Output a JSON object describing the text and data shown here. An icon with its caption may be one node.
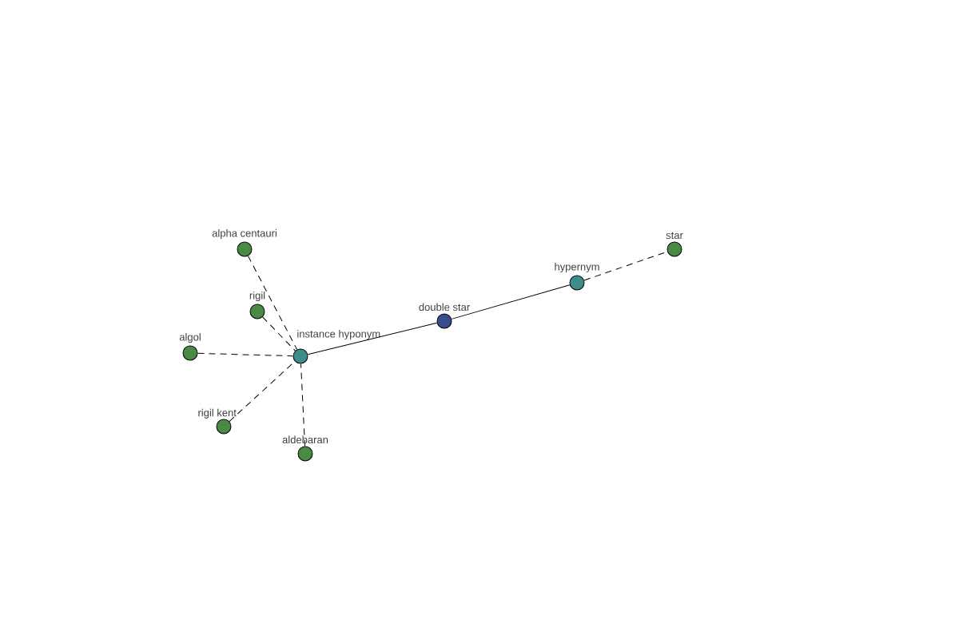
{
  "diagram": {
    "nodes": [
      {
        "text": [
          "double star"
        ]
      },
      {
        "text": [
          "instance hyponym"
        ]
      },
      {
        "text": [
          "hypernym"
        ]
      },
      {
        "text": [
          "star"
        ]
      },
      {
        "text": [
          "alpha centauri"
        ]
      },
      {
        "text": [
          "rigil"
        ]
      },
      {
        "text": [
          "algol"
        ]
      },
      {
        "text": [
          "rigil kent"
        ]
      },
      {
        "text": [
          "aldebaran"
        ]
      }
    ],
    "edges": [
      {
        "from": 1,
        "to": 0,
        "arrow": "none"
      },
      {
        "from": 0,
        "to": 2,
        "arrow": "none"
      },
      {
        "from": 2,
        "to": 3,
        "arrow": "none",
        "style": "dashed"
      },
      {
        "from": 4,
        "to": 1,
        "arrow": "none",
        "style": "dashed"
      },
      {
        "from": 5,
        "to": 1,
        "arrow": "none",
        "style": "dashed"
      },
      {
        "from": 6,
        "to": 1,
        "arrow": "none",
        "style": "dashed"
      },
      {
        "from": 7,
        "to": 1,
        "arrow": "none",
        "style": "dashed"
      },
      {
        "from": 8,
        "to": 1,
        "arrow": "none",
        "style": "dashed"
      }
    ]
  }
}
